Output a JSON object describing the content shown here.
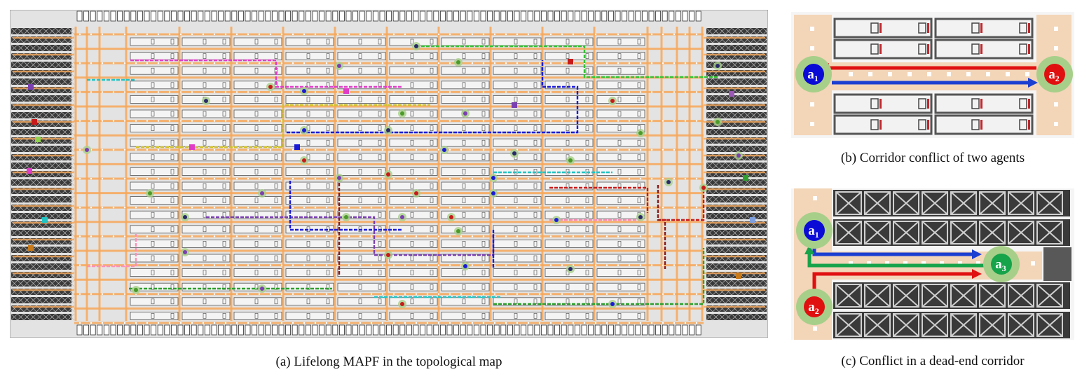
{
  "captions": {
    "a": "(a) Lifelong MAPF in the topological map",
    "b": "(b) Corridor conflict of two agents",
    "c": "(c) Conflict in a dead-end corridor"
  },
  "agents": {
    "a1": {
      "letter": "a",
      "index": "1",
      "color": "#0b0bd6"
    },
    "a2": {
      "letter": "a",
      "index": "2",
      "color": "#e01010"
    },
    "a3": {
      "letter": "a",
      "index": "3",
      "color": "#16a34a"
    }
  },
  "colors": {
    "corridor": "#f7a85a",
    "floor": "#f3d5b8",
    "shelf_bg": "#d9d9d9",
    "rack_dark": "#3a3a3a",
    "halo": "#a7cf8a",
    "path_blue": "#1b3fd1",
    "path_red": "#e01010",
    "path_green": "#16a34a"
  },
  "icons": [
    "shelf-icon",
    "rack-cross-icon",
    "agent-icon",
    "direction-arrow-icon"
  ]
}
